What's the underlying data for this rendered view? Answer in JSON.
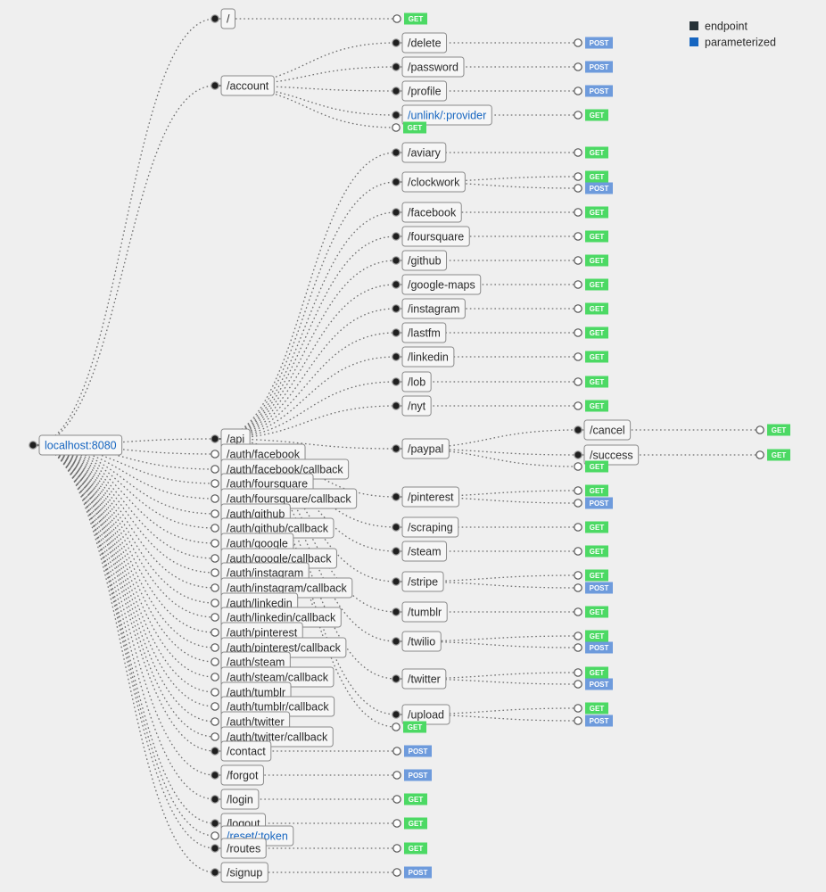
{
  "colors": {
    "endpoint": "#263238",
    "parameterized": "#1565c0",
    "GET": "#4cd964",
    "POST": "#6e9bdc"
  },
  "legend": [
    {
      "label": "endpoint",
      "color": "#263238"
    },
    {
      "label": "parameterized",
      "color": "#1565c0"
    }
  ],
  "nodes": [
    {
      "id": "root",
      "label": "localhost:8080",
      "param": true,
      "leaf": false
    },
    {
      "id": "slash",
      "label": "/",
      "param": false,
      "leaf": false
    },
    {
      "id": "account",
      "label": "/account",
      "param": false,
      "leaf": false
    },
    {
      "id": "acc_delete",
      "label": "/delete",
      "param": false,
      "leaf": false
    },
    {
      "id": "acc_password",
      "label": "/password",
      "param": false,
      "leaf": false
    },
    {
      "id": "acc_profile",
      "label": "/profile",
      "param": false,
      "leaf": false
    },
    {
      "id": "acc_unlink",
      "label": "/unlink/:provider",
      "param": true,
      "leaf": false
    },
    {
      "id": "api",
      "label": "/api",
      "param": false,
      "leaf": false
    },
    {
      "id": "api_aviary",
      "label": "/aviary",
      "param": false,
      "leaf": false
    },
    {
      "id": "api_clockwork",
      "label": "/clockwork",
      "param": false,
      "leaf": false
    },
    {
      "id": "api_facebook",
      "label": "/facebook",
      "param": false,
      "leaf": false
    },
    {
      "id": "api_foursquare",
      "label": "/foursquare",
      "param": false,
      "leaf": false
    },
    {
      "id": "api_github",
      "label": "/github",
      "param": false,
      "leaf": false
    },
    {
      "id": "api_gmaps",
      "label": "/google-maps",
      "param": false,
      "leaf": false
    },
    {
      "id": "api_instagram",
      "label": "/instagram",
      "param": false,
      "leaf": false
    },
    {
      "id": "api_lastfm",
      "label": "/lastfm",
      "param": false,
      "leaf": false
    },
    {
      "id": "api_linkedin",
      "label": "/linkedin",
      "param": false,
      "leaf": false
    },
    {
      "id": "api_lob",
      "label": "/lob",
      "param": false,
      "leaf": false
    },
    {
      "id": "api_nyt",
      "label": "/nyt",
      "param": false,
      "leaf": false
    },
    {
      "id": "api_paypal",
      "label": "/paypal",
      "param": false,
      "leaf": false
    },
    {
      "id": "pp_cancel",
      "label": "/cancel",
      "param": false,
      "leaf": false
    },
    {
      "id": "pp_success",
      "label": "/success",
      "param": false,
      "leaf": false
    },
    {
      "id": "api_pinterest",
      "label": "/pinterest",
      "param": false,
      "leaf": false
    },
    {
      "id": "api_scraping",
      "label": "/scraping",
      "param": false,
      "leaf": false
    },
    {
      "id": "api_steam",
      "label": "/steam",
      "param": false,
      "leaf": false
    },
    {
      "id": "api_stripe",
      "label": "/stripe",
      "param": false,
      "leaf": false
    },
    {
      "id": "api_tumblr",
      "label": "/tumblr",
      "param": false,
      "leaf": false
    },
    {
      "id": "api_twilio",
      "label": "/twilio",
      "param": false,
      "leaf": false
    },
    {
      "id": "api_twitter",
      "label": "/twitter",
      "param": false,
      "leaf": false
    },
    {
      "id": "api_upload",
      "label": "/upload",
      "param": false,
      "leaf": false
    },
    {
      "id": "auth_fb",
      "label": "/auth/facebook",
      "param": false,
      "leaf": true
    },
    {
      "id": "auth_fb_cb",
      "label": "/auth/facebook/callback",
      "param": false,
      "leaf": true
    },
    {
      "id": "auth_fs",
      "label": "/auth/foursquare",
      "param": false,
      "leaf": true
    },
    {
      "id": "auth_fs_cb",
      "label": "/auth/foursquare/callback",
      "param": false,
      "leaf": true
    },
    {
      "id": "auth_gh",
      "label": "/auth/github",
      "param": false,
      "leaf": true
    },
    {
      "id": "auth_gh_cb",
      "label": "/auth/github/callback",
      "param": false,
      "leaf": true
    },
    {
      "id": "auth_gg",
      "label": "/auth/google",
      "param": false,
      "leaf": true
    },
    {
      "id": "auth_gg_cb",
      "label": "/auth/google/callback",
      "param": false,
      "leaf": true
    },
    {
      "id": "auth_ig",
      "label": "/auth/instagram",
      "param": false,
      "leaf": true
    },
    {
      "id": "auth_ig_cb",
      "label": "/auth/instagram/callback",
      "param": false,
      "leaf": true
    },
    {
      "id": "auth_li",
      "label": "/auth/linkedin",
      "param": false,
      "leaf": true
    },
    {
      "id": "auth_li_cb",
      "label": "/auth/linkedin/callback",
      "param": false,
      "leaf": true
    },
    {
      "id": "auth_pi",
      "label": "/auth/pinterest",
      "param": false,
      "leaf": true
    },
    {
      "id": "auth_pi_cb",
      "label": "/auth/pinterest/callback",
      "param": false,
      "leaf": true
    },
    {
      "id": "auth_st",
      "label": "/auth/steam",
      "param": false,
      "leaf": true
    },
    {
      "id": "auth_st_cb",
      "label": "/auth/steam/callback",
      "param": false,
      "leaf": true
    },
    {
      "id": "auth_tu",
      "label": "/auth/tumblr",
      "param": false,
      "leaf": true
    },
    {
      "id": "auth_tu_cb",
      "label": "/auth/tumblr/callback",
      "param": false,
      "leaf": true
    },
    {
      "id": "auth_tw",
      "label": "/auth/twitter",
      "param": false,
      "leaf": true
    },
    {
      "id": "auth_tw_cb",
      "label": "/auth/twitter/callback",
      "param": false,
      "leaf": true
    },
    {
      "id": "contact",
      "label": "/contact",
      "param": false,
      "leaf": false
    },
    {
      "id": "forgot",
      "label": "/forgot",
      "param": false,
      "leaf": false
    },
    {
      "id": "login",
      "label": "/login",
      "param": false,
      "leaf": false
    },
    {
      "id": "logout",
      "label": "/logout",
      "param": false,
      "leaf": false
    },
    {
      "id": "reset",
      "label": "/reset/:token",
      "param": true,
      "leaf": true
    },
    {
      "id": "routes",
      "label": "/routes",
      "param": false,
      "leaf": false
    },
    {
      "id": "signup",
      "label": "/signup",
      "param": false,
      "leaf": false
    }
  ],
  "methods": [
    {
      "node": "slash",
      "method": "GET"
    },
    {
      "node": "acc_delete",
      "method": "POST"
    },
    {
      "node": "acc_password",
      "method": "POST"
    },
    {
      "node": "acc_profile",
      "method": "POST"
    },
    {
      "node": "acc_unlink",
      "method": "GET"
    },
    {
      "node": "account",
      "method": "GET"
    },
    {
      "node": "api_aviary",
      "method": "GET"
    },
    {
      "node": "api_clockwork",
      "method": "GET"
    },
    {
      "node": "api_clockwork",
      "method": "POST"
    },
    {
      "node": "api_facebook",
      "method": "GET"
    },
    {
      "node": "api_foursquare",
      "method": "GET"
    },
    {
      "node": "api_github",
      "method": "GET"
    },
    {
      "node": "api_gmaps",
      "method": "GET"
    },
    {
      "node": "api_instagram",
      "method": "GET"
    },
    {
      "node": "api_lastfm",
      "method": "GET"
    },
    {
      "node": "api_linkedin",
      "method": "GET"
    },
    {
      "node": "api_lob",
      "method": "GET"
    },
    {
      "node": "api_nyt",
      "method": "GET"
    },
    {
      "node": "pp_cancel",
      "method": "GET"
    },
    {
      "node": "pp_success",
      "method": "GET"
    },
    {
      "node": "api_paypal",
      "method": "GET"
    },
    {
      "node": "api_pinterest",
      "method": "GET"
    },
    {
      "node": "api_pinterest",
      "method": "POST"
    },
    {
      "node": "api_scraping",
      "method": "GET"
    },
    {
      "node": "api_steam",
      "method": "GET"
    },
    {
      "node": "api_stripe",
      "method": "GET"
    },
    {
      "node": "api_stripe",
      "method": "POST"
    },
    {
      "node": "api_tumblr",
      "method": "GET"
    },
    {
      "node": "api_twilio",
      "method": "GET"
    },
    {
      "node": "api_twilio",
      "method": "POST"
    },
    {
      "node": "api_twitter",
      "method": "GET"
    },
    {
      "node": "api_twitter",
      "method": "POST"
    },
    {
      "node": "api_upload",
      "method": "GET"
    },
    {
      "node": "api_upload",
      "method": "POST"
    },
    {
      "node": "api",
      "method": "GET"
    },
    {
      "node": "contact",
      "method": "POST"
    },
    {
      "node": "forgot",
      "method": "POST"
    },
    {
      "node": "login",
      "method": "GET"
    },
    {
      "node": "logout",
      "method": "GET"
    },
    {
      "node": "routes",
      "method": "GET"
    },
    {
      "node": "signup",
      "method": "POST"
    }
  ]
}
